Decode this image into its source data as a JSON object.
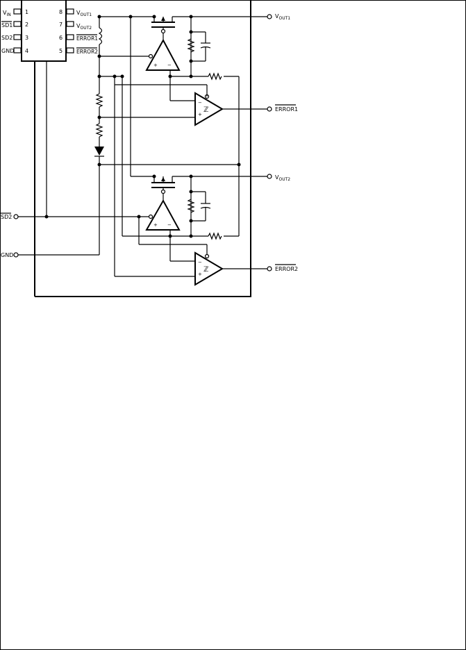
{
  "package": {
    "pins_left": [
      {
        "num": "1",
        "name": "V",
        "sub": "IN",
        "overbar": false
      },
      {
        "num": "2",
        "name": "SD1",
        "sub": "",
        "overbar": true
      },
      {
        "num": "3",
        "name": "SD2",
        "sub": "",
        "overbar": false
      },
      {
        "num": "4",
        "name": "GND",
        "sub": "",
        "overbar": false
      }
    ],
    "pins_right": [
      {
        "num": "8",
        "name": "V",
        "sub": "OUT1",
        "overbar": false
      },
      {
        "num": "7",
        "name": "V",
        "sub": "OUT2",
        "overbar": false
      },
      {
        "num": "6",
        "name": "ERROR1",
        "sub": "",
        "overbar": true
      },
      {
        "num": "5",
        "name": "ERROR2",
        "sub": "",
        "overbar": true
      }
    ]
  },
  "terminals": {
    "vout1": {
      "name": "V",
      "sub": "OUT1"
    },
    "error1": {
      "name": "ERROR1",
      "overbar": true
    },
    "vout2": {
      "name": "V",
      "sub": "OUT2"
    },
    "error2": {
      "name": "ERROR2",
      "overbar": true
    },
    "sd2": {
      "name": "SD2",
      "overbar": true
    },
    "gnd": {
      "name": "GND"
    }
  },
  "opamp_signs": {
    "plus": "+",
    "minus": "−",
    "hysteresis": "ℤ"
  }
}
